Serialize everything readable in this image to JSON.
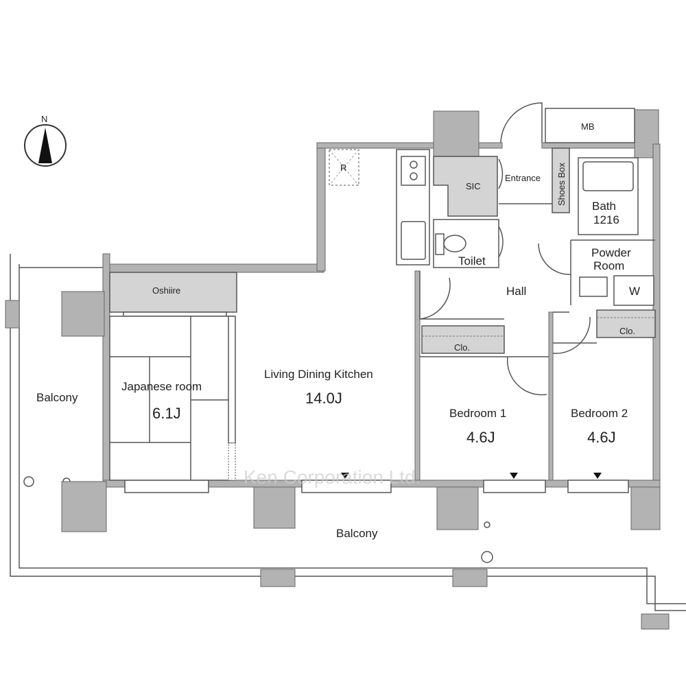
{
  "compass": {
    "north_label": "N"
  },
  "rooms": {
    "living": {
      "name": "Living Dining Kitchen",
      "size": "14.0J"
    },
    "japanese": {
      "name": "Japanese room",
      "size": "6.1J"
    },
    "bedroom1": {
      "name": "Bedroom 1",
      "size": "4.6J"
    },
    "bedroom2": {
      "name": "Bedroom 2",
      "size": "4.6J"
    },
    "oshiire": "Oshiire",
    "balcony_left": "Balcony",
    "balcony_bottom": "Balcony",
    "hall": "Hall",
    "entrance": "Entrance",
    "sic": "SIC",
    "toilet": "Toilet",
    "shoes_box": "Shoes Box",
    "bath": {
      "name": "Bath",
      "size": "1216"
    },
    "powder": {
      "line1": "Powder",
      "line2": "Room"
    },
    "washer": "W",
    "closet1": "Clo.",
    "closet2": "Clo.",
    "mb": "MB",
    "fridge": "R"
  },
  "watermark": "Ken Corporation Ltd.",
  "colors": {
    "wall": "#b3b3b3",
    "line": "#555555"
  }
}
